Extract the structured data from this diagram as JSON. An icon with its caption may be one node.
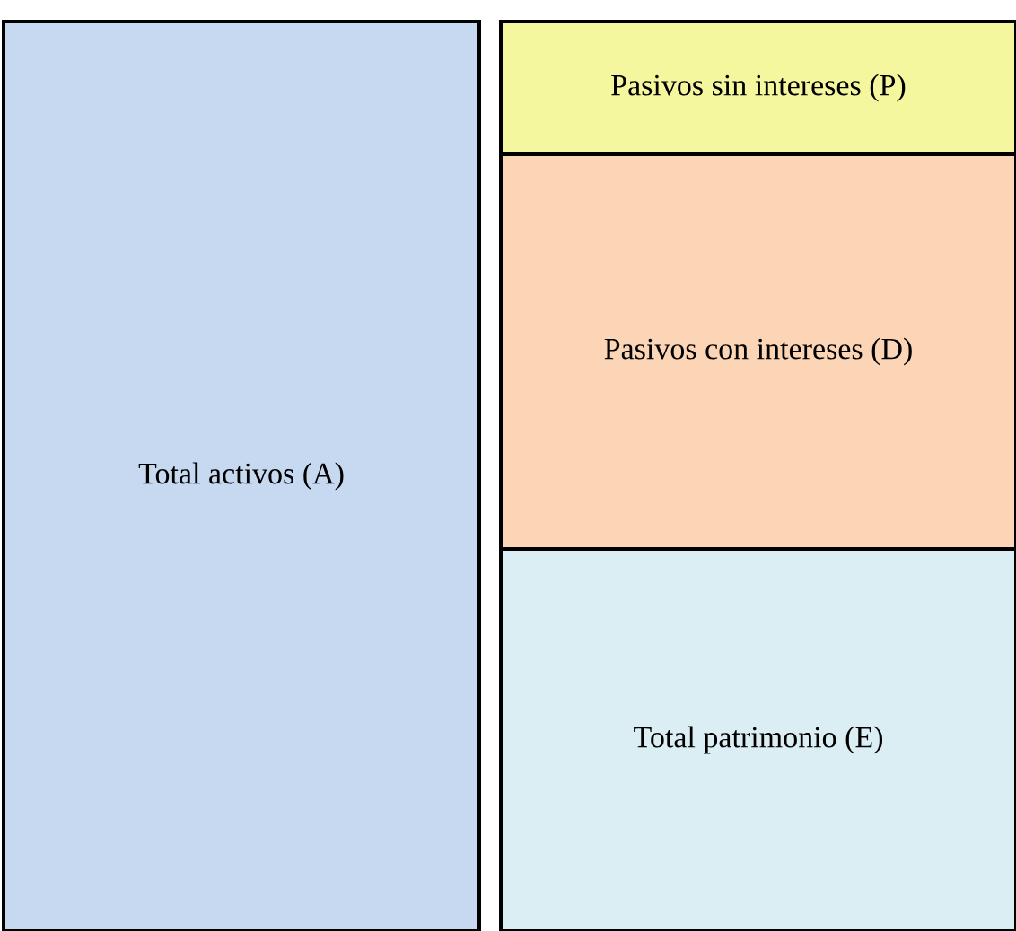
{
  "diagram": {
    "nodes": [
      {
        "text": [
          "Total activos (A)"
        ]
      },
      {
        "text": [
          "Pasivos sin intereses (P)"
        ]
      },
      {
        "text": [
          "Pasivos con intereses (D)"
        ]
      },
      {
        "text": [
          "Total patrimonio (E)"
        ]
      }
    ]
  }
}
